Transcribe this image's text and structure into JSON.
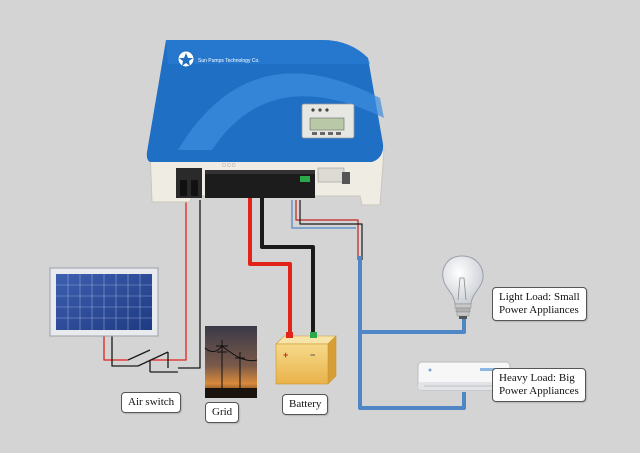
{
  "inverter": {
    "brand": "Sun Pumps Technology Co.",
    "colors": {
      "body": "#1f6fc4",
      "wave": "#3d8ee0",
      "case": "#f2f0ea",
      "terminal": "#1c1c1c"
    }
  },
  "labels": {
    "air_switch": "Air switch",
    "grid": "Grid",
    "battery": "Battery",
    "light_load": {
      "line1": "Light Load: Small",
      "line2": "Power Appliances"
    },
    "heavy_load": {
      "line1": "Heavy Load: Big",
      "line2": "Power Appliances"
    }
  },
  "wires": {
    "positive": "#e2231a",
    "negative": "#1a1a1a",
    "ac": "#4f86c6"
  },
  "icons": [
    "solar-panel-icon",
    "air-switch-icon",
    "grid-photo-icon",
    "battery-icon",
    "light-bulb-icon",
    "air-conditioner-icon"
  ]
}
